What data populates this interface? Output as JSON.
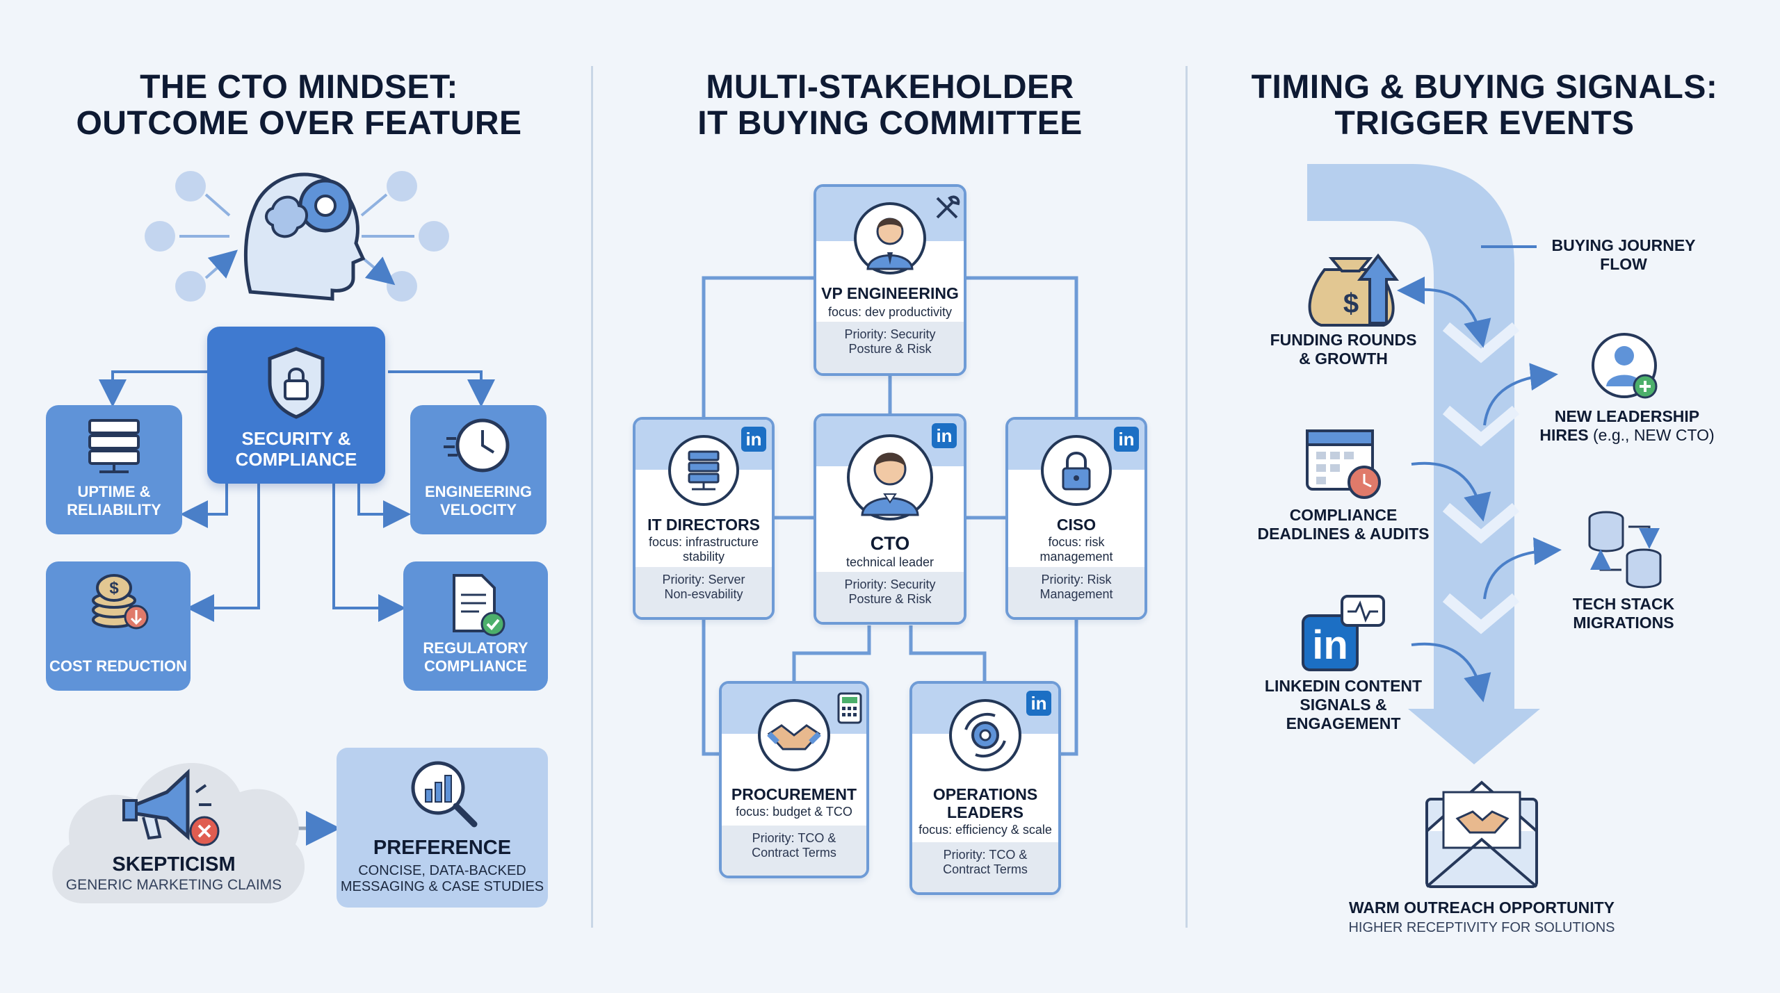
{
  "col1": {
    "title_l1": "THE CTO MINDSET:",
    "title_l2": "OUTCOME OVER FEATURE",
    "security": "SECURITY & COMPLIANCE",
    "uptime": "UPTIME & RELIABILITY",
    "velocity": "ENGINEERING VELOCITY",
    "cost": "COST REDUCTION",
    "regulatory": "REGULATORY COMPLIANCE",
    "skepticism": "SKEPTICISM",
    "skepticism_sub": "GENERIC MARKETING CLAIMS",
    "preference": "PREFERENCE",
    "preference_sub_l1": "CONCISE, DATA-BACKED",
    "preference_sub_l2": "MESSAGING & CASE STUDIES"
  },
  "col2": {
    "title_l1": "MULTI-STAKEHOLDER",
    "title_l2": "IT BUYING COMMITTEE",
    "vp": {
      "role": "VP ENGINEERING",
      "focus": "focus: dev productivity",
      "prio_l1": "Priority: Security",
      "prio_l2": "Posture & Risk"
    },
    "itdir": {
      "role": "IT DIRECTORS",
      "focus_l1": "focus: infrastructure",
      "focus_l2": "stability",
      "prio_l1": "Priority: Server",
      "prio_l2": "Non-esvability"
    },
    "cto": {
      "role": "CTO",
      "focus": "technical leader",
      "prio_l1": "Priority: Security",
      "prio_l2": "Posture & Risk"
    },
    "ciso": {
      "role": "CISO",
      "focus_l1": "focus: risk",
      "focus_l2": "management",
      "prio_l1": "Priority: Risk",
      "prio_l2": "Management"
    },
    "proc": {
      "role": "PROCUREMENT",
      "focus": "focus: budget & TCO",
      "prio_l1": "Priority: TCO &",
      "prio_l2": "Contract Terms"
    },
    "ops": {
      "role_l1": "OPERATIONS",
      "role_l2": "LEADERS",
      "focus": "focus: efficiency & scale",
      "prio_l1": "Priority: TCO &",
      "prio_l2": "Contract Terms"
    },
    "linkedin_badge": "in"
  },
  "col3": {
    "title_l1": "TIMING & BUYING SIGNALS:",
    "title_l2": "TRIGGER EVENTS",
    "flow_l1": "BUYING JOURNEY",
    "flow_l2": "FLOW",
    "funding_l1": "FUNDING ROUNDS",
    "funding_l2": "& GROWTH",
    "leader_l1": "NEW LEADERSHIP",
    "leader_l2": "HIRES",
    "leader_l2_sub": "(e.g., NEW CTO)",
    "compliance_l1": "COMPLIANCE",
    "compliance_l2": "DEADLINES & AUDITS",
    "techstack_l1": "TECH STACK",
    "techstack_l2": "MIGRATIONS",
    "linkedin_l1": "LINKEDIN CONTENT",
    "linkedin_l2": "SIGNALS &",
    "linkedin_l3": "ENGAGEMENT",
    "warm": "WARM OUTREACH OPPORTUNITY",
    "warm_sub": "HIGHER RECEPTIVITY FOR SOLUTIONS"
  },
  "colors": {
    "primary": "#3f7ad0",
    "tile": "#5f93d8",
    "light": "#bcd3f1",
    "card_border": "#6e9bd6",
    "dark": "#0e1a33"
  }
}
